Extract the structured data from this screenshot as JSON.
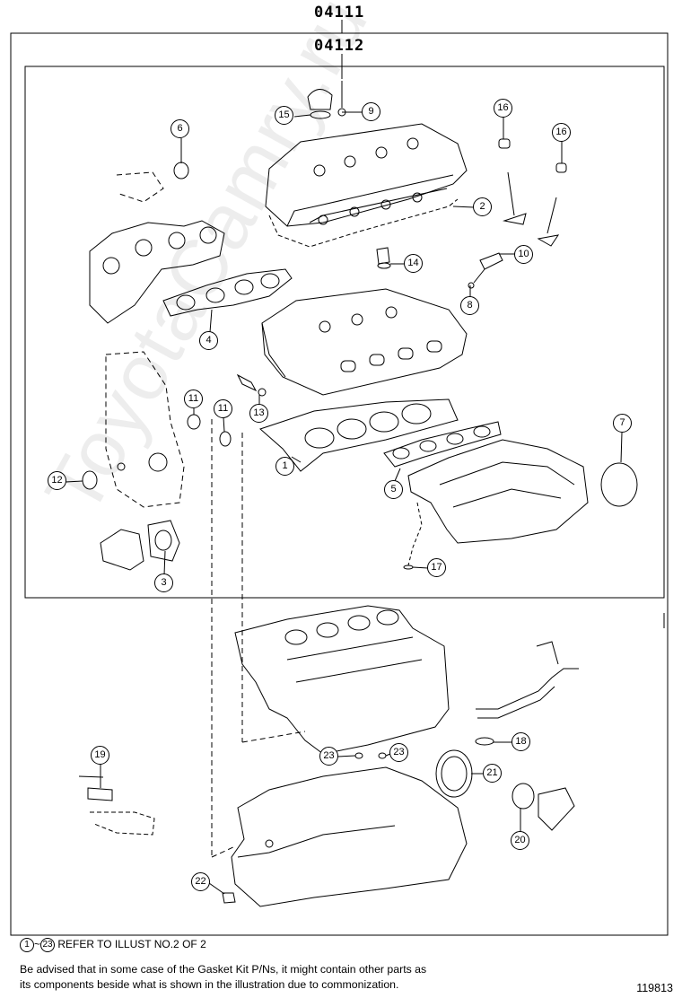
{
  "kit_codes": {
    "outer": "04111",
    "inner": "04112"
  },
  "callouts": [
    {
      "id": "c1",
      "label": "1"
    },
    {
      "id": "c2",
      "label": "2"
    },
    {
      "id": "c3",
      "label": "3"
    },
    {
      "id": "c4",
      "label": "4"
    },
    {
      "id": "c5",
      "label": "5"
    },
    {
      "id": "c6",
      "label": "6"
    },
    {
      "id": "c7",
      "label": "7"
    },
    {
      "id": "c8",
      "label": "8"
    },
    {
      "id": "c9",
      "label": "9"
    },
    {
      "id": "c10",
      "label": "10"
    },
    {
      "id": "c11a",
      "label": "11"
    },
    {
      "id": "c11b",
      "label": "11"
    },
    {
      "id": "c12",
      "label": "12"
    },
    {
      "id": "c13",
      "label": "13"
    },
    {
      "id": "c14",
      "label": "14"
    },
    {
      "id": "c15",
      "label": "15"
    },
    {
      "id": "c16a",
      "label": "16"
    },
    {
      "id": "c16b",
      "label": "16"
    },
    {
      "id": "c17",
      "label": "17"
    },
    {
      "id": "c18",
      "label": "18"
    },
    {
      "id": "c19",
      "label": "19"
    },
    {
      "id": "c20",
      "label": "20"
    },
    {
      "id": "c21",
      "label": "21"
    },
    {
      "id": "c22",
      "label": "22"
    },
    {
      "id": "c23a",
      "label": "23"
    },
    {
      "id": "c23b",
      "label": "23"
    }
  ],
  "note": {
    "from": "1",
    "tilde": "~",
    "to": "23",
    "text": "REFER TO ILLUST NO.2 OF 2"
  },
  "advisory": {
    "line1": "Be advised that in some case of the Gasket Kit P/Ns,  it might contain other parts as",
    "line2": "its components beside what is shown in the illustration due to commonization."
  },
  "illustration_number": "119813",
  "watermark": "ToyotaCamry.ru"
}
